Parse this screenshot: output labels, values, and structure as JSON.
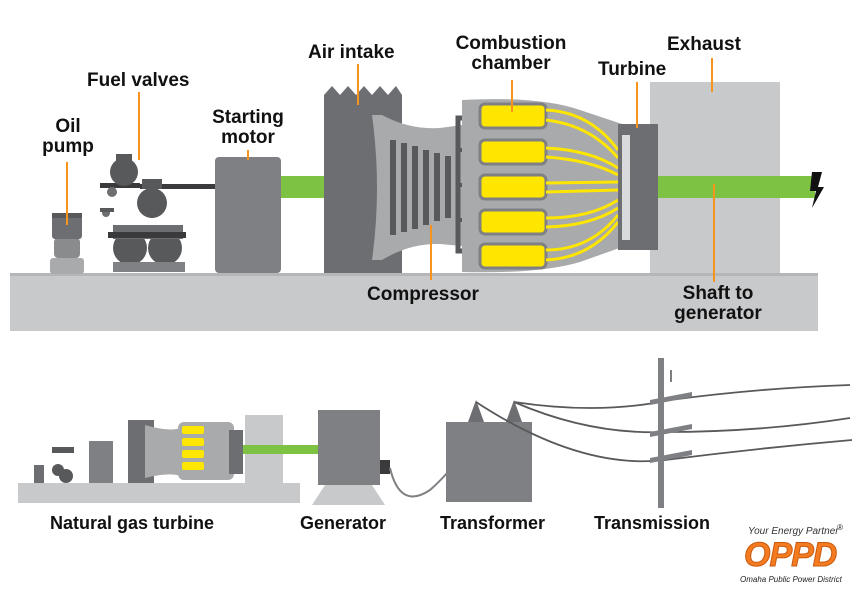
{
  "labels": {
    "oil_pump": [
      "Oil",
      "pump"
    ],
    "fuel_valves": "Fuel valves",
    "starting_motor": [
      "Starting",
      "motor"
    ],
    "air_intake": "Air intake",
    "combustion_chamber": [
      "Combustion",
      "chamber"
    ],
    "turbine": "Turbine",
    "exhaust": "Exhaust",
    "compressor": "Compressor",
    "shaft_to_generator": [
      "Shaft to",
      "generator"
    ]
  },
  "bottom_labels": {
    "natural_gas_turbine": "Natural gas turbine",
    "generator": "Generator",
    "transformer": "Transformer",
    "transmission": "Transmission"
  },
  "logo": {
    "tagline": "Your Energy Partner",
    "registered": "®",
    "wordmark": "OPPD",
    "subtitle": "Omaha Public Power District"
  },
  "colors": {
    "shaft_green": "#7dc242",
    "chamber_yellow": "#ffe600",
    "leader_orange": "#f7941d",
    "base_gray": "#c8c9cb",
    "dark_gray": "#7e8083",
    "logo_orange": "#f47b20"
  }
}
